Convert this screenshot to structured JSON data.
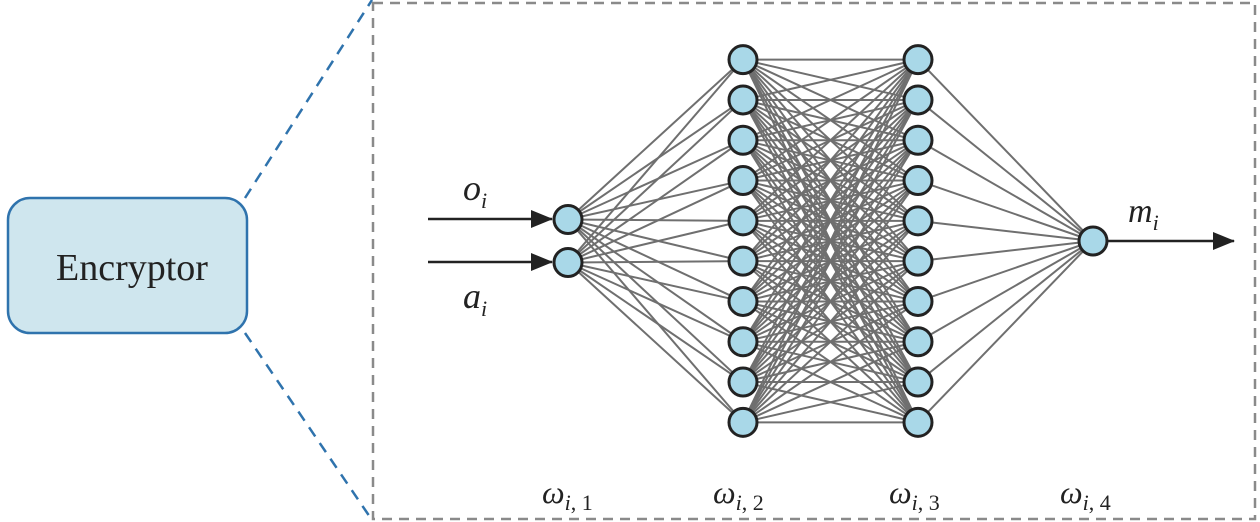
{
  "encryptor": {
    "label": "Encryptor",
    "fill_color": "#cfe6ee",
    "border_color": "#2f73ad"
  },
  "connector_color": "#2f73ad",
  "frame_color": "#8a8a8a",
  "node_fill": "#a9d8e8",
  "node_stroke": "#222222",
  "edge_color": "#6f6f6f",
  "network": {
    "layer_sizes": [
      2,
      10,
      10,
      1
    ]
  },
  "inputs": [
    {
      "symbol": "o",
      "sub": "i"
    },
    {
      "symbol": "a",
      "sub": "i"
    }
  ],
  "output": {
    "symbol": "m",
    "sub": "i"
  },
  "weight_labels": [
    {
      "symbol": "ω",
      "sub": "i",
      "index": "1"
    },
    {
      "symbol": "ω",
      "sub": "i",
      "index": "2"
    },
    {
      "symbol": "ω",
      "sub": "i",
      "index": "3"
    },
    {
      "symbol": "ω",
      "sub": "i",
      "index": "4"
    }
  ]
}
